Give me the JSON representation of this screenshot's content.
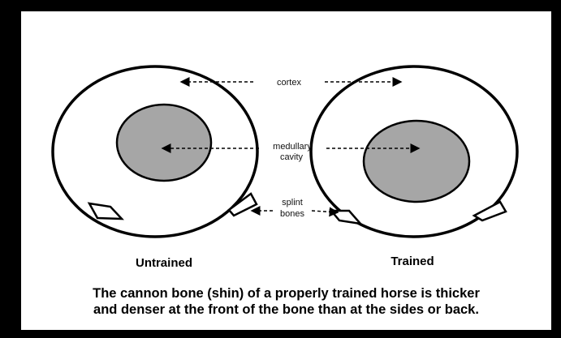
{
  "labels": {
    "cortex": "cortex",
    "medullary_line1": "medullary",
    "medullary_line2": "cavity",
    "splint_line1": "splint",
    "splint_line2": "bones"
  },
  "bones": {
    "left_caption": "Untrained",
    "right_caption": "Trained"
  },
  "caption": {
    "line1": "The cannon bone (shin) of a properly trained horse is thicker",
    "line2": "and denser at the front of the bone than at the sides or back."
  },
  "colors": {
    "frame": "#000000",
    "panel": "#ffffff",
    "cavity_fill": "#a6a6a6",
    "stroke": "#000000"
  }
}
